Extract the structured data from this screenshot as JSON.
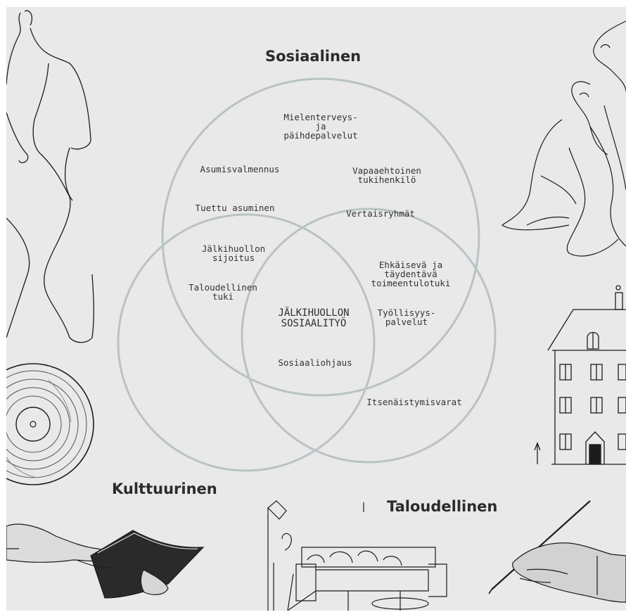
{
  "headings": {
    "social": "Sosiaalinen",
    "cultural": "Kulttuurinen",
    "financial": "Taloudellinen"
  },
  "services": {
    "mental_health": "Mielenterveys-\nja\npäihdepalvelut",
    "housing_coaching": "Asumisvalmennus",
    "support_person": "Vapaaehtoinen\ntukihenkilö",
    "supported_housing": "Tuettu asuminen",
    "peer_groups": "Vertaisryhmät",
    "aftercare_placement": "Jälkihuollon\nsijoitus",
    "preventive_income_support": "Ehkäisevä ja\ntäydentävä\ntoimeentulotuki",
    "financial_support": "Taloudellinen\ntuki",
    "employment_services": "Työllisyys-\npalvelut",
    "social_guidance": "Sosiaaliohjaus",
    "independence_funds": "Itsenäistymisvarat"
  },
  "center": "JÄLKIHUOLLON\nSOSIAALITYÖ",
  "colors": {
    "background": "#e9e9e9",
    "circle_stroke": "#b9c2c5",
    "text": "#333333"
  },
  "illustrations": [
    "woman-line-drawing",
    "two-faces-line-drawing",
    "house-drawing",
    "vinyl-record",
    "hands-with-book",
    "living-room-sofa",
    "hand-with-pen"
  ]
}
